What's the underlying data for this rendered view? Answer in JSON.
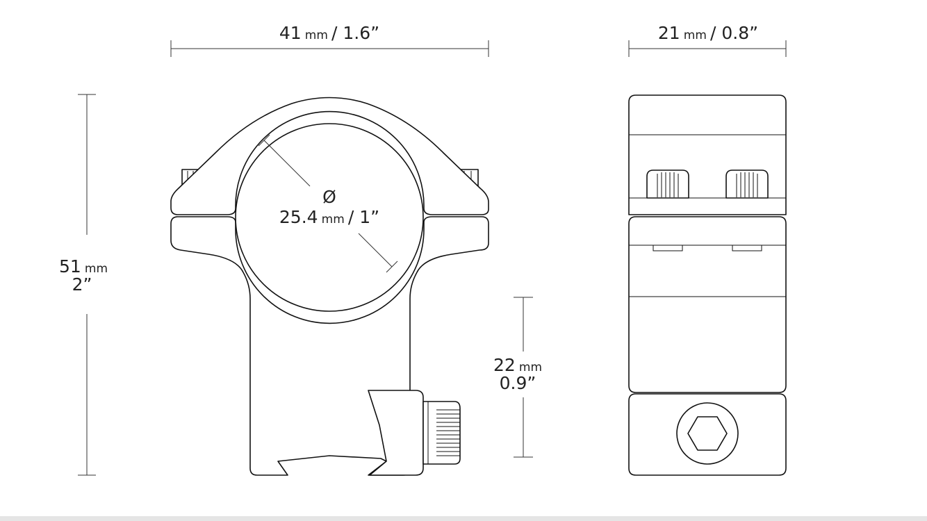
{
  "dimensions": {
    "width": {
      "value": "41",
      "unit": "mm",
      "imperial": "/ 1.6”"
    },
    "depth": {
      "value": "21",
      "unit": "mm",
      "imperial": "/ 0.8”"
    },
    "height": {
      "value": "51",
      "unit": "mm",
      "imperial": "2”"
    },
    "diameter": {
      "symbol": "Ø",
      "value": "25.4",
      "unit": "mm",
      "imperial": "/ 1”"
    },
    "center_height": {
      "value": "22",
      "unit": "mm",
      "imperial": "0.9”"
    }
  },
  "colors": {
    "line": "#111111",
    "dimension_line": "#333333",
    "text": "#222222",
    "bottom_bar": "#e5e5e5"
  }
}
